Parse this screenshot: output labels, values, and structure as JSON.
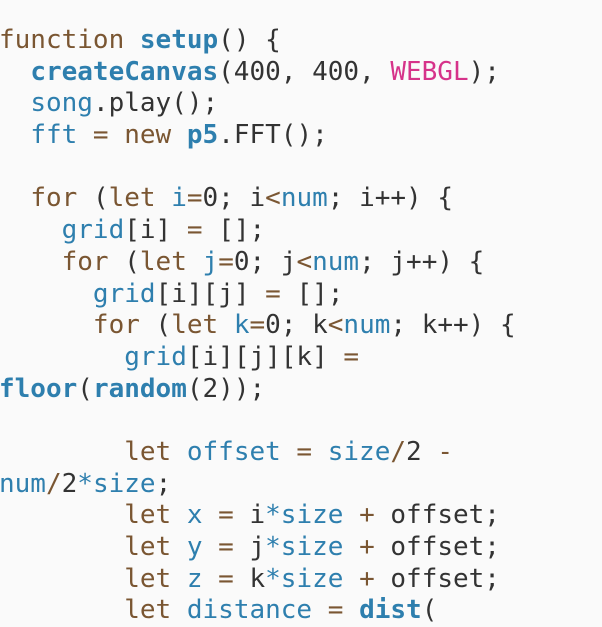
{
  "editor": {
    "colors": {
      "keyword": "#7a5632",
      "identifier": "#2e7fae",
      "constant": "#d6338a",
      "text": "#333333",
      "background": "#fafafa"
    },
    "lines": [
      [
        [
          "function ",
          "k"
        ],
        [
          "setup",
          "f"
        ],
        [
          "() {",
          "d"
        ]
      ],
      [
        [
          "  ",
          "d"
        ],
        [
          "createCanvas",
          "f"
        ],
        [
          "(400, 400, ",
          "d"
        ],
        [
          "WEBGL",
          "c"
        ],
        [
          ");",
          "d"
        ]
      ],
      [
        [
          "  ",
          "d"
        ],
        [
          "song",
          "v"
        ],
        [
          ".play();",
          "d"
        ]
      ],
      [
        [
          "  ",
          "d"
        ],
        [
          "fft",
          "v"
        ],
        [
          " = ",
          "k"
        ],
        [
          "new ",
          "k"
        ],
        [
          "p5",
          "f"
        ],
        [
          ".FFT();",
          "d"
        ]
      ],
      [],
      [
        [
          "  ",
          "d"
        ],
        [
          "for ",
          "k"
        ],
        [
          "(",
          "d"
        ],
        [
          "let ",
          "k"
        ],
        [
          "i",
          "v"
        ],
        [
          "=",
          "k"
        ],
        [
          "0; i",
          "d"
        ],
        [
          "<",
          "k"
        ],
        [
          "num",
          "v"
        ],
        [
          "; i++) {",
          "d"
        ]
      ],
      [
        [
          "    ",
          "d"
        ],
        [
          "grid",
          "v"
        ],
        [
          "[i] ",
          "d"
        ],
        [
          "= ",
          "k"
        ],
        [
          "[];",
          "d"
        ]
      ],
      [
        [
          "    ",
          "d"
        ],
        [
          "for ",
          "k"
        ],
        [
          "(",
          "d"
        ],
        [
          "let ",
          "k"
        ],
        [
          "j",
          "v"
        ],
        [
          "=",
          "k"
        ],
        [
          "0; j",
          "d"
        ],
        [
          "<",
          "k"
        ],
        [
          "num",
          "v"
        ],
        [
          "; j++) {",
          "d"
        ]
      ],
      [
        [
          "      ",
          "d"
        ],
        [
          "grid",
          "v"
        ],
        [
          "[i][j] ",
          "d"
        ],
        [
          "= ",
          "k"
        ],
        [
          "[];",
          "d"
        ]
      ],
      [
        [
          "      ",
          "d"
        ],
        [
          "for ",
          "k"
        ],
        [
          "(",
          "d"
        ],
        [
          "let ",
          "k"
        ],
        [
          "k",
          "v"
        ],
        [
          "=",
          "k"
        ],
        [
          "0; k",
          "d"
        ],
        [
          "<",
          "k"
        ],
        [
          "num",
          "v"
        ],
        [
          "; k++) {",
          "d"
        ]
      ],
      [
        [
          "        ",
          "d"
        ],
        [
          "grid",
          "v"
        ],
        [
          "[i][j][k] ",
          "d"
        ],
        [
          "=",
          "k"
        ]
      ],
      [
        [
          "floor",
          "f"
        ],
        [
          "(",
          "d"
        ],
        [
          "random",
          "f"
        ],
        [
          "(2));",
          "d"
        ]
      ],
      [],
      [
        [
          "        ",
          "d"
        ],
        [
          "let ",
          "k"
        ],
        [
          "offset",
          "v"
        ],
        [
          " = ",
          "k"
        ],
        [
          "size",
          "v"
        ],
        [
          "/",
          "k"
        ],
        [
          "2 ",
          "d"
        ],
        [
          "-",
          "k"
        ]
      ],
      [
        [
          "num",
          "v"
        ],
        [
          "/",
          "k"
        ],
        [
          "2",
          "d"
        ],
        [
          "*",
          "v"
        ],
        [
          "size",
          "v"
        ],
        [
          ";",
          "d"
        ]
      ],
      [
        [
          "        ",
          "d"
        ],
        [
          "let ",
          "k"
        ],
        [
          "x",
          "v"
        ],
        [
          " = ",
          "k"
        ],
        [
          "i",
          "d"
        ],
        [
          "*",
          "v"
        ],
        [
          "size",
          "v"
        ],
        [
          " + ",
          "k"
        ],
        [
          "offset;",
          "d"
        ]
      ],
      [
        [
          "        ",
          "d"
        ],
        [
          "let ",
          "k"
        ],
        [
          "y",
          "v"
        ],
        [
          " = ",
          "k"
        ],
        [
          "j",
          "d"
        ],
        [
          "*",
          "v"
        ],
        [
          "size",
          "v"
        ],
        [
          " + ",
          "k"
        ],
        [
          "offset;",
          "d"
        ]
      ],
      [
        [
          "        ",
          "d"
        ],
        [
          "let ",
          "k"
        ],
        [
          "z",
          "v"
        ],
        [
          " = ",
          "k"
        ],
        [
          "k",
          "d"
        ],
        [
          "*",
          "v"
        ],
        [
          "size",
          "v"
        ],
        [
          " + ",
          "k"
        ],
        [
          "offset;",
          "d"
        ]
      ],
      [
        [
          "        ",
          "d"
        ],
        [
          "let ",
          "k"
        ],
        [
          "distance",
          "v"
        ],
        [
          " = ",
          "k"
        ],
        [
          "dist",
          "f"
        ],
        [
          "(",
          "d"
        ]
      ]
    ]
  }
}
